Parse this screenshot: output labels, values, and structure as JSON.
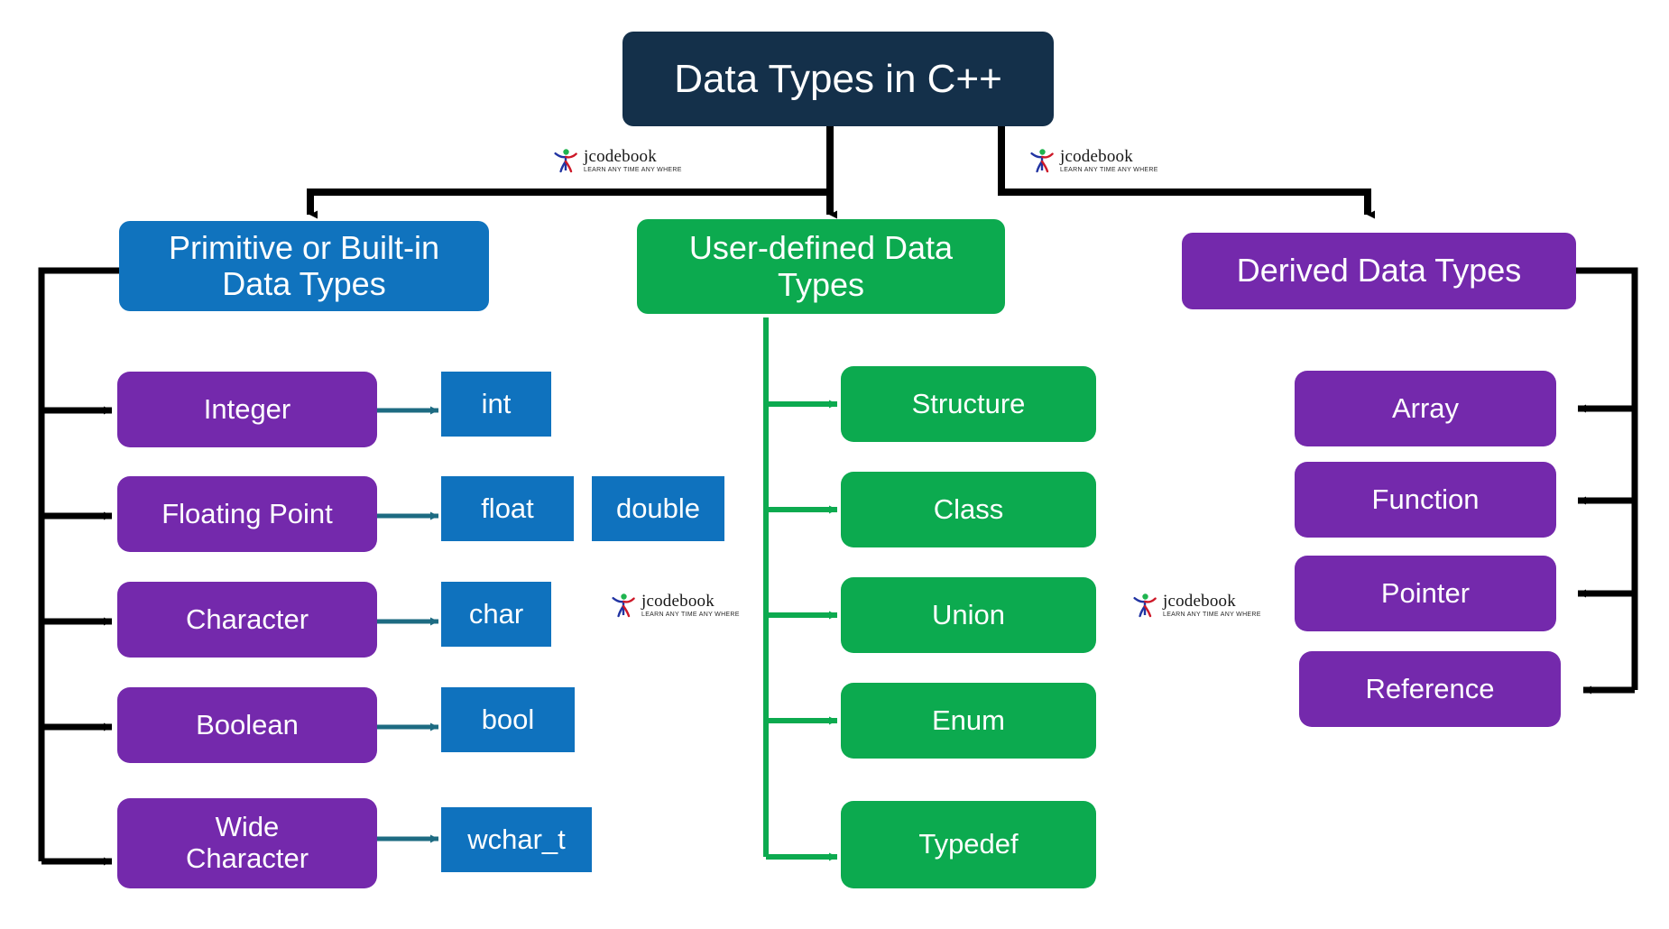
{
  "diagram": {
    "title": "Data Types in C++",
    "background_color": "#ffffff",
    "colors": {
      "title_box": "#14304a",
      "blue": "#1073be",
      "green": "#0caa4f",
      "purple": "#7429ac",
      "chip_blue": "#0f72be",
      "black_connector": "#000000",
      "green_connector": "#0caa4f",
      "teal_connector": "#1d6b82"
    },
    "categories": [
      {
        "id": "primitive",
        "label": "Primitive or Built-in\nData Types",
        "color": "#1073be"
      },
      {
        "id": "user-defined",
        "label": "User-defined Data\nTypes",
        "color": "#0caa4f"
      },
      {
        "id": "derived",
        "label": "Derived Data Types",
        "color": "#7429ac"
      }
    ],
    "primitive_types": [
      {
        "name": "Integer",
        "keywords": [
          "int"
        ]
      },
      {
        "name": "Floating Point",
        "keywords": [
          "float",
          "double"
        ]
      },
      {
        "name": "Character",
        "keywords": [
          "char"
        ]
      },
      {
        "name": "Boolean",
        "keywords": [
          "bool"
        ]
      },
      {
        "name": "Wide\nCharacter",
        "keywords": [
          "wchar_t"
        ]
      }
    ],
    "user_defined_types": [
      "Structure",
      "Class",
      "Union",
      "Enum",
      "Typedef"
    ],
    "derived_types": [
      "Array",
      "Function",
      "Pointer",
      "Reference"
    ],
    "watermark": {
      "name": "jcodebook",
      "tagline": "LEARN ANY TIME ANY WHERE",
      "count": 4
    }
  }
}
